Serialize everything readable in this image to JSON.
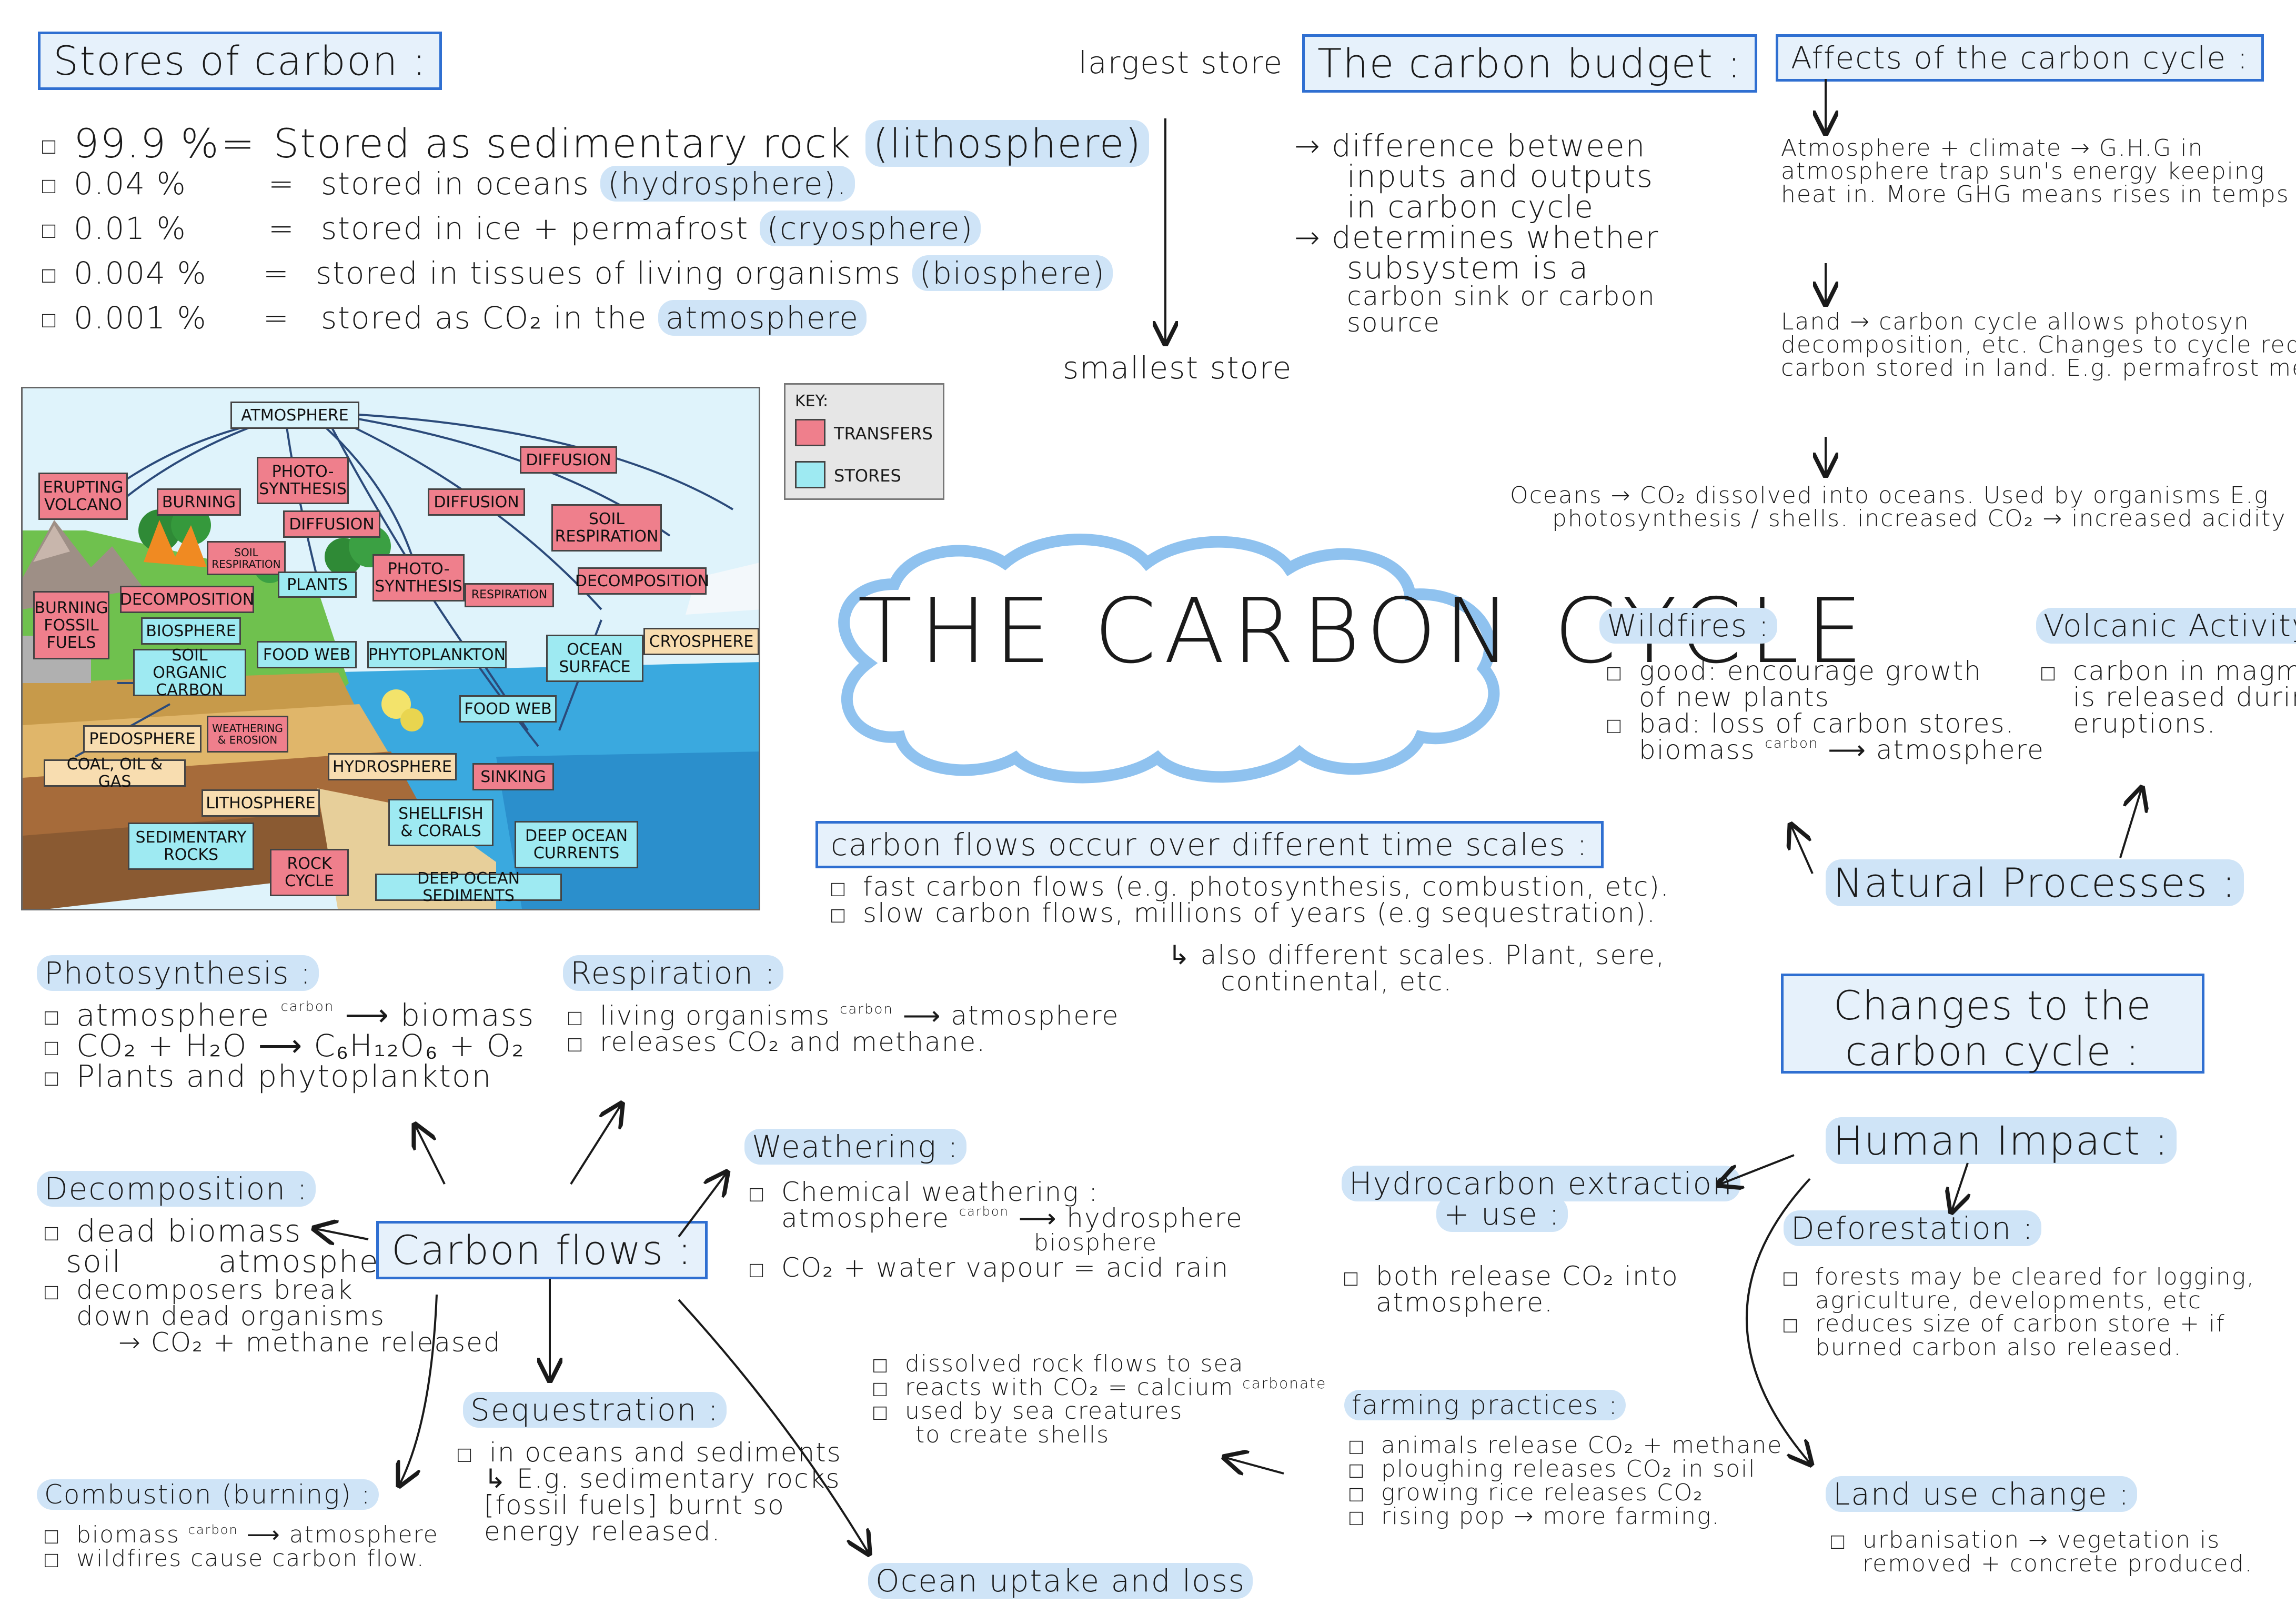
{
  "colors": {
    "box_border": "#2f6fd1",
    "box_fill": "#e6f1fb",
    "highlight": "#cfe4f7",
    "transfer": "#ef7f8c",
    "store": "#9eeaf2",
    "cloud": "#8fc2ef"
  },
  "stores": {
    "title": "Stores of carbon :",
    "items": [
      {
        "pct": "99.9 %",
        "eq": "=",
        "text": "Stored as sedimentary rock",
        "tag": "(lithosphere)"
      },
      {
        "pct": "0.04 %",
        "eq": "=",
        "text": "stored in oceans",
        "tag": "(hydrosphere)."
      },
      {
        "pct": "0.01 %",
        "eq": "=",
        "text": "stored in ice + permafrost",
        "tag": "(cryosphere)"
      },
      {
        "pct": "0.004 %",
        "eq": "=",
        "text": "stored in tissues of living organisms",
        "tag": "(biosphere)"
      },
      {
        "pct": "0.001 %",
        "eq": "=",
        "text": "stored as CO₂ in the",
        "tag": "atmosphere"
      }
    ],
    "largest": "largest store",
    "smallest": "smallest store"
  },
  "budget": {
    "title": "The carbon budget :",
    "lines": [
      "→ difference between",
      "inputs and outputs",
      "in carbon cycle",
      "→ determines whether",
      "subsystem is a",
      "carbon sink or carbon",
      "source"
    ]
  },
  "affects": {
    "title": "Affects of the carbon cycle :",
    "atm": [
      "Atmosphere + climate → G.H.G in",
      "atmosphere trap sun's energy keeping",
      "heat in. More GHG means rises in temps"
    ],
    "land": [
      "Land → carbon cycle allows photosyn",
      "decomposition, etc. Changes to cycle reduce",
      "carbon stored in land. E.g. permafrost melt."
    ],
    "oceans": [
      "Oceans → CO₂ dissolved into oceans. Used by organisms E.g",
      "photosynthesis / shells. increased CO₂ → increased acidity"
    ]
  },
  "main_title": "THE CARBON CYCLE",
  "key": {
    "title": "KEY:",
    "transfers": "TRANSFERS",
    "stores": "STORES"
  },
  "diagram": {
    "atmosphere": "ATMOSPHERE",
    "erupting": "ERUPTING VOLCANO",
    "burning": "BURNING",
    "photo": "PHOTO-SYNTHESIS",
    "diff1": "DIFFUSION",
    "diff2": "DIFFUSION",
    "diff3": "DIFFUSION",
    "soilresp1": "SOIL RESPIRATION",
    "soilresp2": "SOIL RESPIRATION",
    "plants": "PLANTS",
    "photo2": "PHOTO-SYNTHESIS",
    "resp": "RESPIRATION",
    "decomp1": "DECOMPOSITION",
    "decomp2": "DECOMPOSITION",
    "burnfossil": "BURNING FOSSIL FUELS",
    "biosphere": "BIOSPHERE",
    "foodweb1": "FOOD WEB",
    "phyto": "PHYTOPLANKTON",
    "oceansurface": "OCEAN SURFACE",
    "cryosphere": "CRYOSPHERE",
    "soc": "SOIL ORGANIC CARBON",
    "foodweb2": "FOOD WEB",
    "pedosphere": "PEDOSPHERE",
    "weathering": "WEATHERING & EROSION",
    "coal": "COAL, OIL & GAS",
    "hydrosphere": "HYDROSPHERE",
    "sinking": "SINKING",
    "lithosphere": "LITHOSPHERE",
    "shellfish": "SHELLFISH & CORALS",
    "deepcurrents": "DEEP OCEAN CURRENTS",
    "sedrocks": "SEDIMENTARY ROCKS",
    "rockcycle": "ROCK CYCLE",
    "deepsed": "DEEP OCEAN SEDIMENTS"
  },
  "wildfires": {
    "title": "Wildfires :",
    "good": [
      "good: encourage growth",
      "of new plants"
    ],
    "bad": [
      "bad: loss of carbon stores.",
      "biomass",
      "carbon",
      "atmosphere"
    ]
  },
  "volcanic": {
    "title": "Volcanic Activity :",
    "lines": [
      "carbon in magma",
      "is released during",
      "eruptions."
    ]
  },
  "natural": "Natural Processes :",
  "timescales": {
    "title": "carbon flows occur over different time scales :",
    "fast": "fast carbon flows (e.g. photosynthesis, combustion, etc).",
    "slow": "slow carbon flows, millions of years (e.g sequestration).",
    "also": [
      "↳ also different scales. Plant, sere,",
      "continental, etc."
    ]
  },
  "changes": "Changes to the carbon cycle :",
  "human": "Human Impact :",
  "photosynthesis": {
    "title": "Photosynthesis :",
    "l1a": "atmosphere",
    "carbon": "carbon",
    "l1b": "biomass",
    "l2": "CO₂ + H₂O ⟶ C₆H₁₂O₆ + O₂",
    "l3": "Plants and phytoplankton"
  },
  "respiration": {
    "title": "Respiration :",
    "l1a": "living organisms",
    "carbon": "carbon",
    "l1b": "atmosphere",
    "l2": "releases CO₂ and methane."
  },
  "decomposition": {
    "title": "Decomposition :",
    "l1": "dead biomass",
    "l2a": "soil",
    "l2b": "atmosphere",
    "l3": [
      "decomposers break",
      "down dead organisms",
      "→ CO₂ + methane released"
    ]
  },
  "carbon_flows": "Carbon flows :",
  "weathering": {
    "title": "Weathering :",
    "l1": "Chemical weathering :",
    "l2a": "atmosphere",
    "carbon": "carbon",
    "l2b": "hydrosphere",
    "l2c": "biosphere",
    "l3": "CO₂ + water vapour = acid rain",
    "subs": [
      "dissolved rock flows to sea",
      "reacts with CO₂ = calcium",
      "used by sea creatures",
      "to create shells"
    ],
    "carbonate": "carbonate"
  },
  "sequestration": {
    "title": "Sequestration :",
    "lines": [
      "in oceans and sediments",
      "↳ E.g. sedimentary rocks",
      "[fossil fuels] burnt so",
      "energy released."
    ]
  },
  "combustion": {
    "title": "Combustion (burning) :",
    "l1a": "biomass",
    "carbon": "carbon",
    "l1b": "atmosphere",
    "l2": "wildfires cause carbon flow."
  },
  "ocean_uptake": "Ocean uptake and loss",
  "hydrocarbon": {
    "title": [
      "Hydrocarbon extraction",
      "+ use :"
    ],
    "lines": [
      "both release CO₂ into",
      "atmosphere."
    ]
  },
  "farming": {
    "title": "farming practices :",
    "lines": [
      "animals release CO₂ + methane",
      "ploughing releases CO₂ in soil",
      "growing rice releases CO₂",
      "rising pop → more farming."
    ]
  },
  "deforestation": {
    "title": "Deforestation :",
    "lines": [
      [
        "forests may be cleared for logging,",
        "agriculture, developments, etc"
      ],
      [
        "reduces size of carbon store + if",
        "burned carbon also released."
      ]
    ]
  },
  "landuse": {
    "title": "Land use change :",
    "lines": [
      "urbanisation → vegetation is",
      "removed + concrete produced."
    ]
  }
}
